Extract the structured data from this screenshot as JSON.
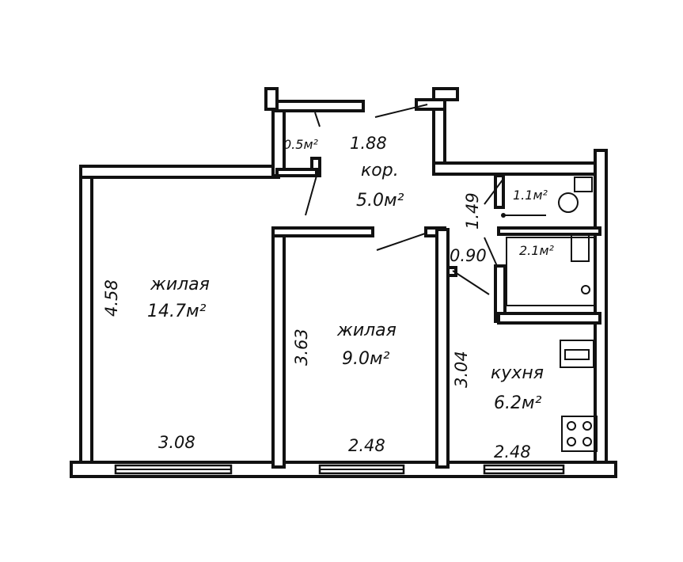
{
  "rooms": {
    "living_large": {
      "name": "жилая",
      "area": "14.7м²"
    },
    "living_small": {
      "name": "жилая",
      "area": "9.0м²"
    },
    "corridor": {
      "name": "кор.",
      "area": "5.0м²"
    },
    "kitchen": {
      "name": "кухня",
      "area": "6.2м²"
    },
    "closet": {
      "area": "0.5м²"
    },
    "toilet": {
      "area": "1.1м²"
    },
    "bathroom": {
      "area": "2.1м²"
    }
  },
  "dimensions": {
    "large_height": "4.58",
    "large_width": "3.08",
    "small_height": "3.63",
    "small_width": "2.48",
    "kitchen_height": "3.04",
    "kitchen_width": "2.48",
    "corridor_width": "1.88",
    "toilet_height": "1.49",
    "bath_width": "0.90"
  }
}
